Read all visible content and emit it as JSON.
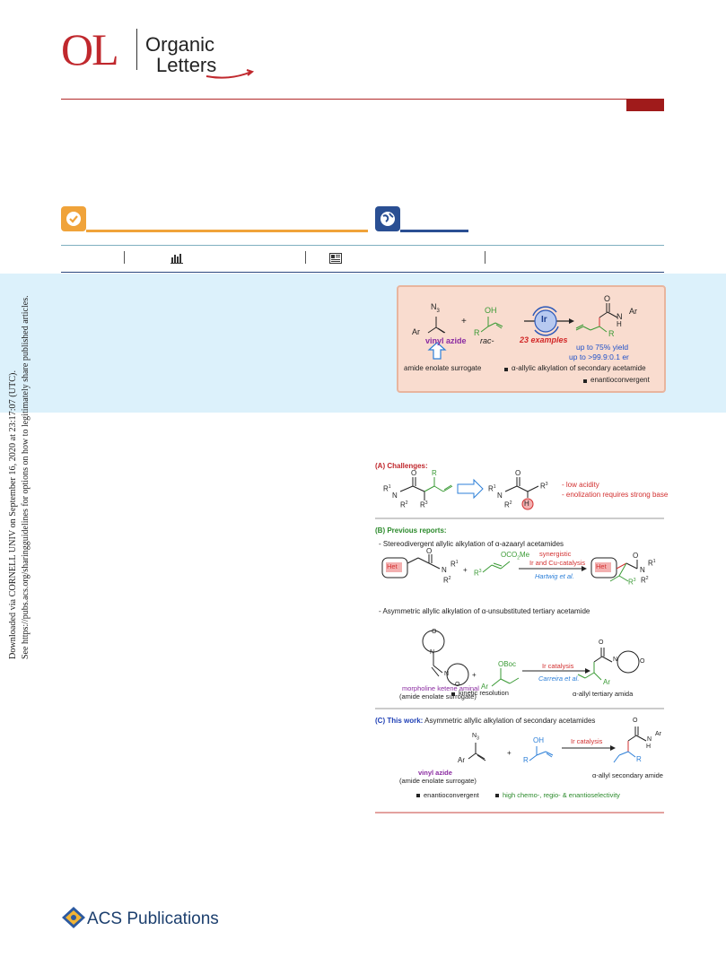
{
  "journal": {
    "logo_letters": "OL",
    "name_line1": "Organic",
    "name_line2": "Letters",
    "brand_color": "#c0282d"
  },
  "side_note": {
    "line1": "Downloaded via CORNELL UNIV on September 16, 2020 at 23:17:07 (UTC).",
    "line2": "See https://pubs.acs.org/sharingguidelines for options on how to legitimately share published articles."
  },
  "icons": [
    "check-icon",
    "globe-icon",
    "bar-chart-icon",
    "article-icon"
  ],
  "toc_graphic": {
    "n3": "N",
    "n3_sub": "3",
    "ar": "Ar",
    "oh": "OH",
    "r": "R",
    "plus": "+",
    "rac": "rac-",
    "catalyst": "Ir",
    "examples": "23 examples",
    "vinyl_azide": "vinyl azide",
    "surrogate": "amide enolate surrogate",
    "product_o": "O",
    "product_n": "N",
    "product_h": "H",
    "product_ar": "Ar",
    "product_r": "R",
    "yield": "up to 75% yield",
    "er": "up to >99.9:0.1 er",
    "feature1": "α-allylic alkylation of secondary acetamide",
    "feature2": "enantioconvergent"
  },
  "scheme": {
    "a_title": "(A) Challenges:",
    "a_note1": "- low acidity",
    "a_note2": "- enolization requires strong base",
    "r1": "R",
    "r1_sup": "1",
    "r2": "R",
    "r2_sup": "2",
    "r3": "R",
    "r3_sup": "3",
    "r": "R",
    "n": "N",
    "o": "O",
    "h": "H",
    "b_title": "(B) Previous reports:",
    "b_item1": "- Stereodivergent allylic alkylation of α-azaaryl acetamides",
    "b1_cond1": "synergistic",
    "b1_cond2": "Ir and Cu-catalysis",
    "b1_ref": "Hartwig et al.",
    "het": "Het",
    "oco2me": "OCO",
    "oco2me_sub": "2",
    "oco2me_end": "Me",
    "b_item2": "- Asymmetric allylic alkylation of α-unsubstituted tertiary acetamide",
    "b2_cond": "Ir catalysis",
    "b2_ref": "Carreira et al.",
    "oboc": "OBoc",
    "ar": "Ar",
    "b2_reagent1": "morpholine ketene aminal",
    "b2_reagent2": "(amide enolate surrogate)",
    "b2_feature": "kinetic resolution",
    "b2_product": "α-allyl tertiary amida",
    "c_title": "(C) This work:",
    "c_title_rest": "Asymmetric allylic alkylation of secondary acetamides",
    "c_cond": "Ir catalysis",
    "oh": "OH",
    "c_reagent1": "vinyl azide",
    "c_reagent2": "(amide enolate surrogate)",
    "c_product": "α-allyl secondary amide",
    "c_feature1": "enantioconvergent",
    "c_feature2": "high chemo-, regio- & enantioselectivity",
    "plus": "+"
  },
  "publisher": {
    "name": "ACS Publications",
    "color": "#1c3f6e"
  }
}
